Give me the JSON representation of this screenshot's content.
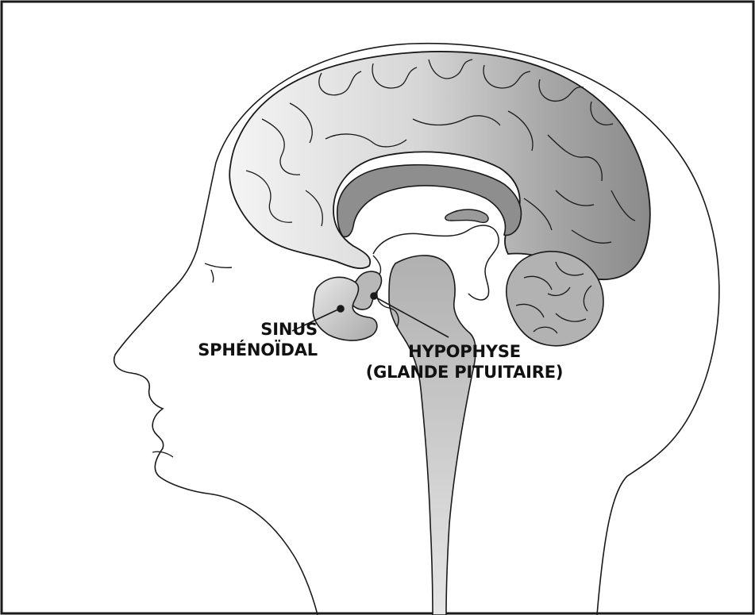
{
  "labels": {
    "sphenoid_sinus": {
      "line1": "SINUS",
      "line2": "SPHÉNOÏDAL"
    },
    "pituitary": {
      "line1": "HYPOPHYSE",
      "line2": "(GLANDE PITUITAIRE)"
    }
  },
  "colors": {
    "outline": "#1a1a1a",
    "cortex_light": "#f2f2f2",
    "cortex_mid": "#cfcfcf",
    "cortex_dark": "#8f8f8f",
    "structure_gray": "#b5b5b5",
    "background": "#ffffff"
  }
}
